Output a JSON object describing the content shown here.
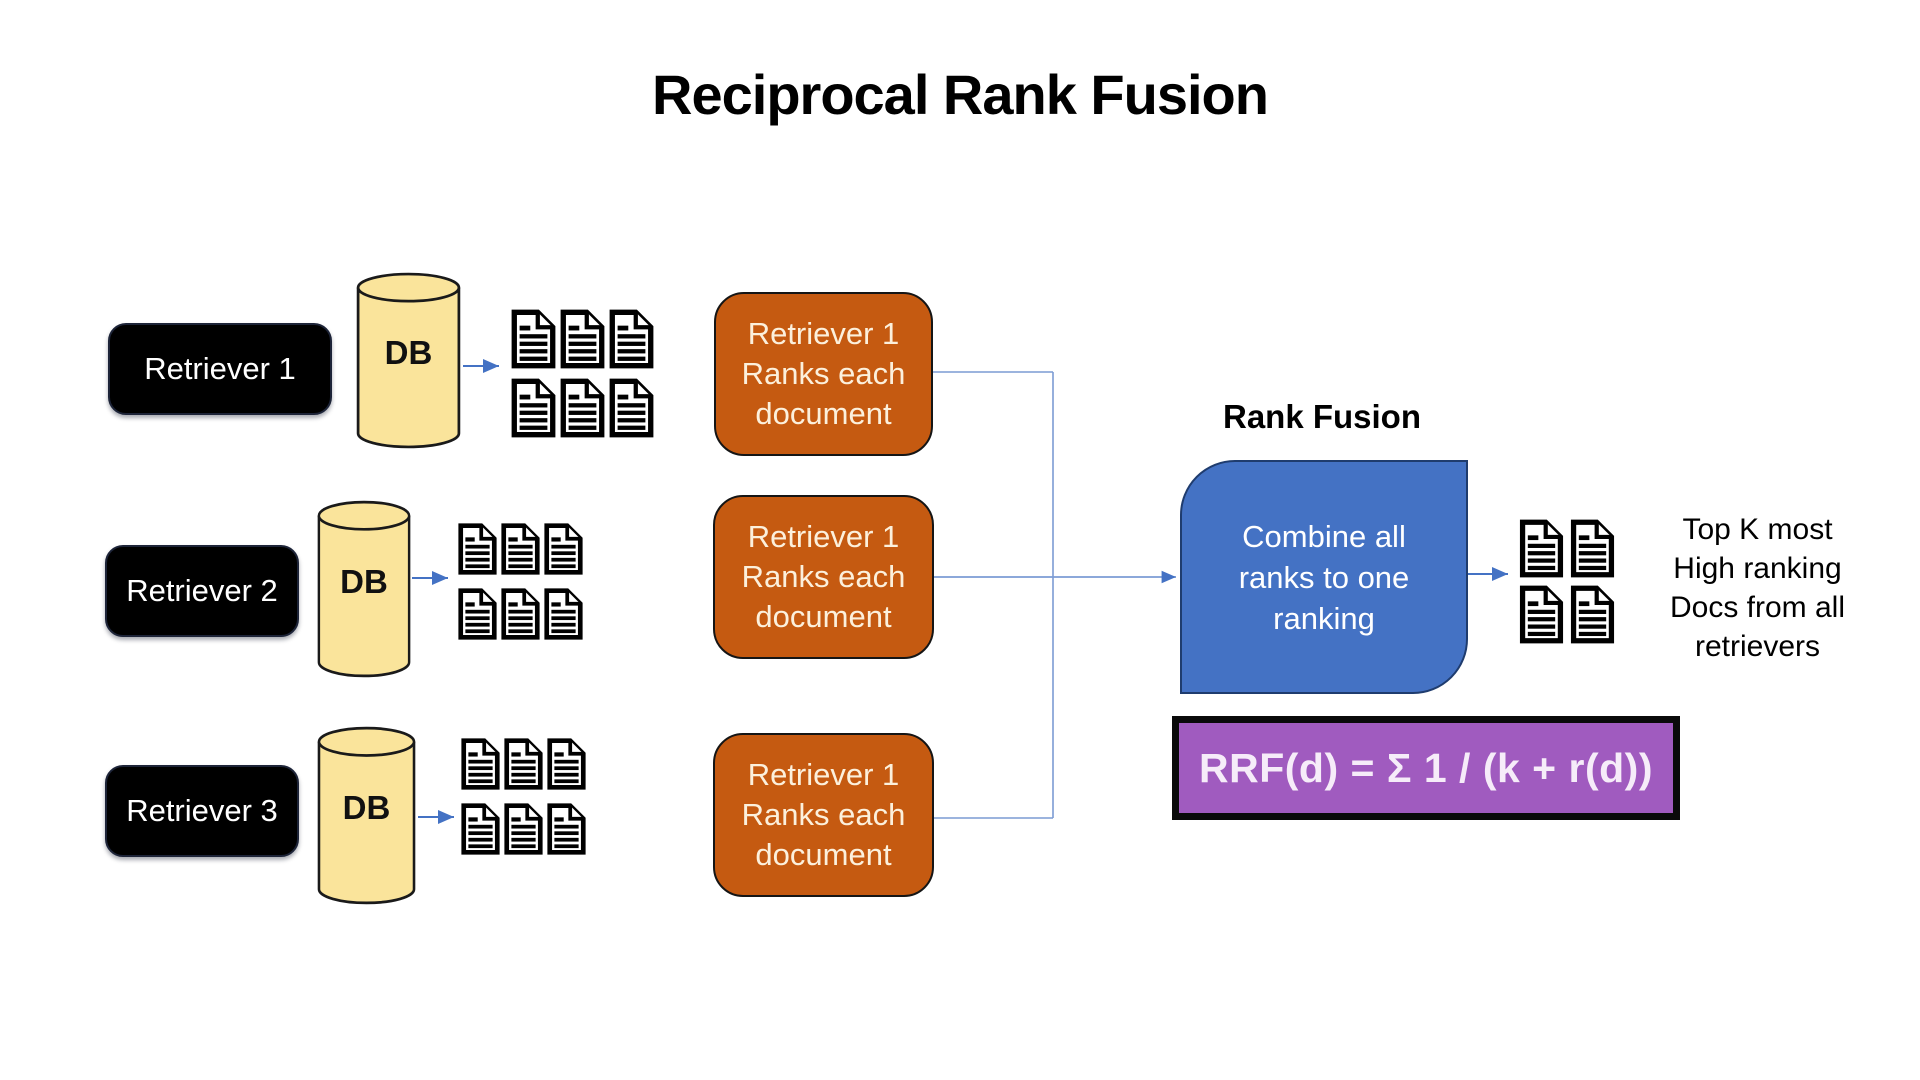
{
  "title": "Reciprocal Rank Fusion",
  "rows": [
    {
      "retriever_label": "Retriever 1",
      "db_label": "DB",
      "ranker_lines": [
        "Retriever 1",
        "Ranks each",
        "document"
      ]
    },
    {
      "retriever_label": "Retriever 2",
      "db_label": "DB",
      "ranker_lines": [
        "Retriever 1",
        "Ranks each",
        "document"
      ]
    },
    {
      "retriever_label": "Retriever 3",
      "db_label": "DB",
      "ranker_lines": [
        "Retriever 1",
        "Ranks each",
        "document"
      ]
    }
  ],
  "rank_fusion": {
    "label": "Rank Fusion",
    "box_lines": [
      "Combine all",
      "ranks to one",
      "ranking"
    ]
  },
  "output": {
    "caption_lines": [
      "Top K most",
      "High ranking",
      "Docs from all",
      "retrievers"
    ]
  },
  "formula": {
    "text": "RRF(d) = Σ 1 / (k + r(d))"
  },
  "icons": {
    "document": "document-icon",
    "database": "database-cylinder-icon",
    "arrow": "arrow-right-icon"
  },
  "colors": {
    "background": "#FFFFFF",
    "retriever_box": "#000000",
    "db_cylinder": "#FAE49B",
    "ranker_box": "#C55A11",
    "combine_box": "#4472C4",
    "formula_box": "#A05BBF",
    "formula_border": "#0A0A0A",
    "connector_line": "#7C9BD4",
    "arrow": "#4472C4",
    "text_dark": "#000000",
    "text_light": "#FFFFFF"
  }
}
